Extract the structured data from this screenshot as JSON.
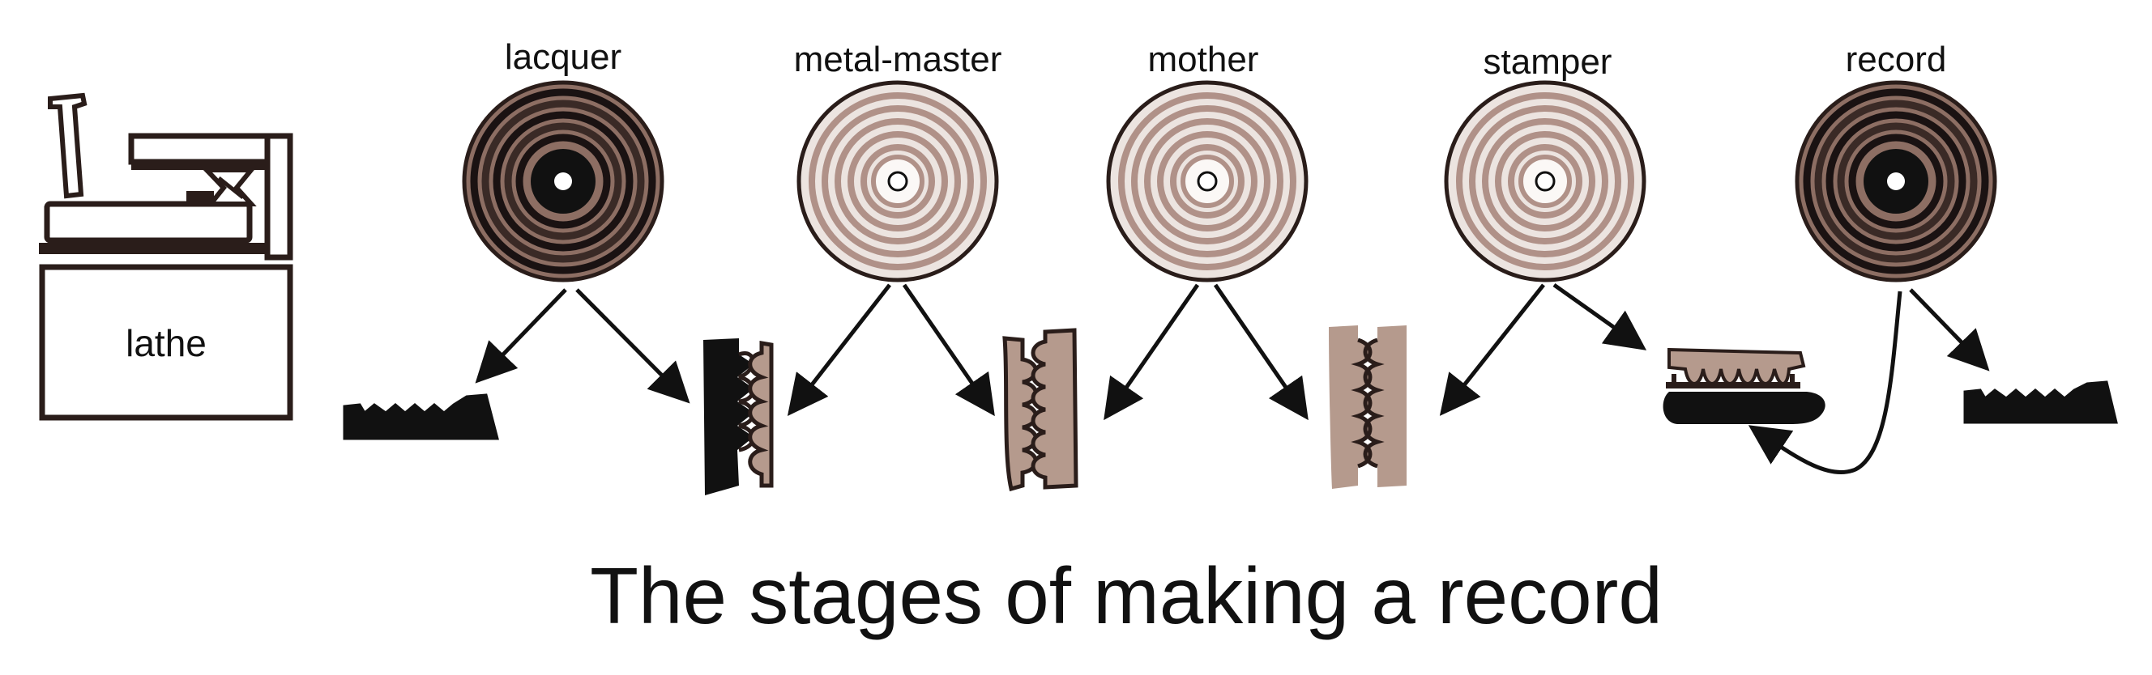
{
  "title": "The stages of making a record",
  "lathe_label": "lathe",
  "stages": [
    {
      "key": "lacquer",
      "label": "lacquer",
      "style": "dark"
    },
    {
      "key": "metal-master",
      "label": "metal-master",
      "style": "light"
    },
    {
      "key": "mother",
      "label": "mother",
      "style": "light"
    },
    {
      "key": "stamper",
      "label": "stamper",
      "style": "light"
    },
    {
      "key": "record",
      "label": "record",
      "style": "dark"
    }
  ],
  "colors": {
    "outline": "#2a1d1a",
    "groove_dark": "#8d6e63",
    "groove_light": "#b09188",
    "disc_light": "#ece4e0",
    "metal_tan": "#b59a8d",
    "ink": "#111111"
  }
}
